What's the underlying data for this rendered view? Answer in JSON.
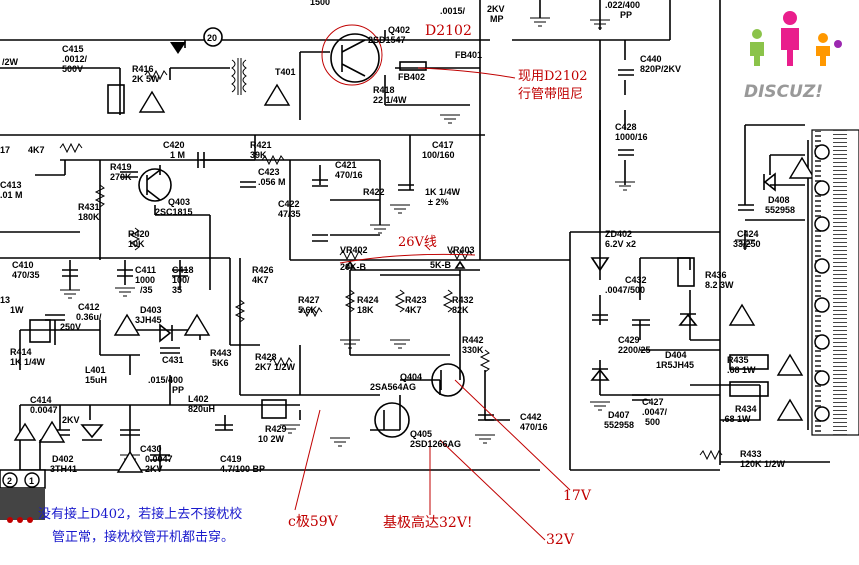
{
  "logo": {
    "text": "DISCUZ!"
  },
  "annotations": {
    "d2102": "D2102",
    "replace_line1": "现用D2102",
    "replace_line2": "行管带阻尼",
    "line_26v": "26V线",
    "v17": "17V",
    "v32": "32V",
    "base_high": "基极高达32V!",
    "c_pole": "c极59V",
    "note_line1": "没有接上D402，若接上去不接枕校",
    "note_line2": "管正常，接枕校管开机都击穿。"
  },
  "components": {
    "q402": [
      "Q402",
      "2SD1547"
    ],
    "fb401": "FB401",
    "fb402": "FB402",
    "r418": [
      "R418",
      "22 1/4W"
    ],
    "r416": [
      "R416",
      "2K 5W"
    ],
    "c415": [
      "C415",
      ".0012/",
      "500V"
    ],
    "t401": "T401",
    "c440": [
      "C440",
      "820P/2KV"
    ],
    "c428": [
      "C428",
      "1000/16"
    ],
    "c420": [
      "C420",
      "1 M"
    ],
    "r419": [
      "R419",
      "270K"
    ],
    "q403": [
      "Q403",
      "2SC1815"
    ],
    "r421": [
      "R421",
      "39K"
    ],
    "c423": [
      "C423",
      ".056 M"
    ],
    "c421": [
      "C421",
      "470/16"
    ],
    "c417": [
      "C417",
      "100/160"
    ],
    "r422": [
      "R422",
      "1K 1/4W",
      "± 2%"
    ],
    "c422": [
      "C422",
      "47/35"
    ],
    "c413": [
      "C413",
      ".01 M"
    ],
    "r431": [
      "R431",
      "180K"
    ],
    "r420": [
      "R420",
      "10K"
    ],
    "vr402": [
      "VR402",
      "20K-B"
    ],
    "vr403": [
      "VR403",
      "5K-B"
    ],
    "c410": [
      "C410",
      "470/35"
    ],
    "c411": [
      "C411",
      "1000",
      "/35"
    ],
    "c418": [
      "C418",
      "100/",
      "35"
    ],
    "r426": [
      "R426",
      "4K7"
    ],
    "r427": [
      "R427",
      "5.6K"
    ],
    "r424": [
      "R424",
      "18K"
    ],
    "r423": [
      "R423",
      "4K7"
    ],
    "r432": [
      "R432",
      "82K"
    ],
    "r442": [
      "R442",
      "330K"
    ],
    "c412": [
      "C412",
      "0.36u/",
      "250V"
    ],
    "d403": [
      "D403",
      "3JH45"
    ],
    "r414": [
      "R414",
      "1K 1/4W"
    ],
    "l401": [
      "L401",
      "15uH"
    ],
    "c431": [
      "C431",
      ".015/400",
      "PP"
    ],
    "r443": [
      "R443",
      "5K6"
    ],
    "r428": [
      "R428",
      "2K7 1/2W"
    ],
    "q404": [
      "Q404",
      "2SA564AG"
    ],
    "q405": [
      "Q405",
      "2SD1266AG"
    ],
    "c442": [
      "C442",
      "470/16"
    ],
    "l402": [
      "L402",
      "820uH"
    ],
    "c414": [
      "C414",
      "0.0047",
      "2KV"
    ],
    "r429": [
      "R429",
      "10 2W"
    ],
    "c419": [
      "C419",
      "4.7/100 BP"
    ],
    "d402": [
      "D402",
      "3TH41"
    ],
    "c430": [
      "C430",
      "0.0047",
      "2KV"
    ],
    "zd402": [
      "ZD402",
      "6.2V x2"
    ],
    "c432": [
      "C432",
      ".0047/500"
    ],
    "r436": [
      "R436",
      "8.2 3W"
    ],
    "c429": [
      "C429",
      "2200/25"
    ],
    "d404": [
      "D404",
      "1R5JH45"
    ],
    "r435": [
      "R435",
      ".68 1W"
    ],
    "r434": [
      "R434",
      ".68 1W"
    ],
    "d407": [
      "D407",
      "552958"
    ],
    "c427": [
      "C427",
      ".0047/",
      "500"
    ],
    "r433": [
      "R433",
      "120K 1/2W"
    ],
    "c424": [
      "C424",
      "33/250"
    ],
    "d408": [
      "D408",
      "552958"
    ],
    "top_frag1": "1500",
    "top_frag2": "2KV",
    "top_frag3": "MP",
    "top_frag4": ".022/400",
    "top_frag5": "PP",
    "top_frag6": ".0015/",
    "misc_2w": "/2W",
    "misc_17": "17",
    "misc_4k7": "4K7",
    "misc_13": "13",
    "misc_1w": "1W",
    "node_20": "20",
    "conn_2": "2",
    "conn_1": "1"
  }
}
